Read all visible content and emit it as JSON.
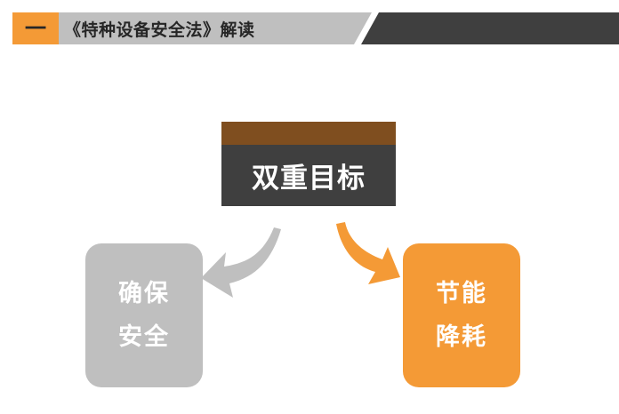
{
  "header": {
    "section_number": "一",
    "title": "《特种设备安全法》解读"
  },
  "goal": {
    "label": "双重目标"
  },
  "cards": {
    "safety": {
      "line1": "确保",
      "line2": "安全"
    },
    "energy": {
      "line1": "节能",
      "line2": "降耗"
    }
  },
  "colors": {
    "accent_orange": "#f49a36",
    "header_gray": "#bfbfbf",
    "header_dark": "#3f3f3f",
    "goal_cap_brown": "#7f4e1f",
    "goal_body_dark": "#3f3f3f",
    "card_gray": "#bfbfbf",
    "text_dark": "#262626"
  },
  "icons": {
    "left_arrow": "curved-arrow-left-icon",
    "right_arrow": "curved-arrow-right-icon"
  }
}
